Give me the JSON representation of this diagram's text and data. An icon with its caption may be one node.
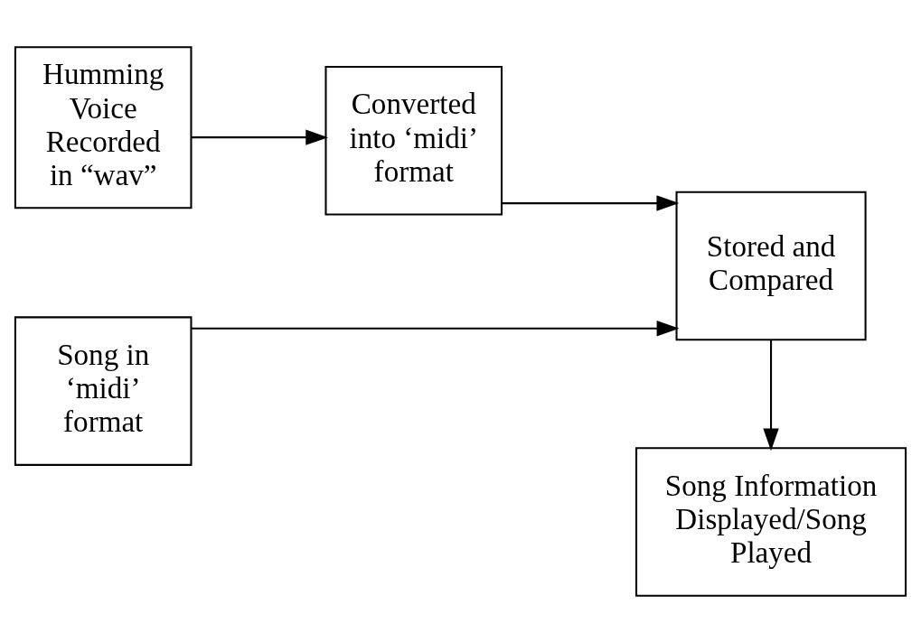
{
  "diagram": {
    "nodes": [
      {
        "text": [
          "Humming Voice Recorded in “wav”"
        ]
      },
      {
        "text": [
          "Converted into ‘midi’ format"
        ]
      },
      {
        "text": [
          "Song in ‘midi’ format"
        ]
      },
      {
        "text": [
          "Stored and Compared"
        ]
      },
      {
        "text": [
          "Song Information Displayed/Song Played"
        ]
      }
    ],
    "edges": [
      {
        "from": 0,
        "to": 1,
        "arrow": "to"
      },
      {
        "from": 1,
        "to": 3,
        "arrow": "to"
      },
      {
        "from": 2,
        "to": 3,
        "arrow": "to"
      },
      {
        "from": 3,
        "to": 4,
        "arrow": "to"
      }
    ]
  }
}
